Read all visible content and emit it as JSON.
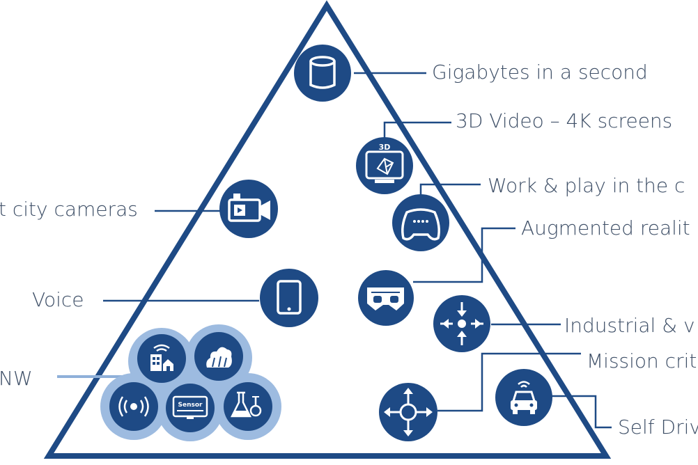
{
  "diagram": {
    "colors": {
      "primary": "#1e4a85",
      "cluster_light": "#9dbbe0",
      "text": "#3d4e66",
      "icon_fg": "#ffffff"
    },
    "labels": {
      "gigabytes": "Gigabytes in a second",
      "video_3d": "3D Video – 4K screens",
      "work_play": "Work & play in the c",
      "smart_city": "t city cameras",
      "augmented": "Augmented realit",
      "voice": "Voice",
      "industrial": "Industrial & v",
      "mission": "Mission crit",
      "nw": "NW",
      "self_driving": "Self Driv"
    },
    "badge_3d": "3D",
    "badge_sensor": "Sensor",
    "icons": [
      "database-icon",
      "3d-monitor-icon",
      "camera-icon",
      "gamepad-icon",
      "vr-headset-icon",
      "tablet-icon",
      "arrows-converge-icon",
      "arrows-diverge-icon",
      "car-icon",
      "smart-home-icon",
      "weather-icon",
      "signal-icon",
      "sensor-icon",
      "flask-icon"
    ]
  }
}
